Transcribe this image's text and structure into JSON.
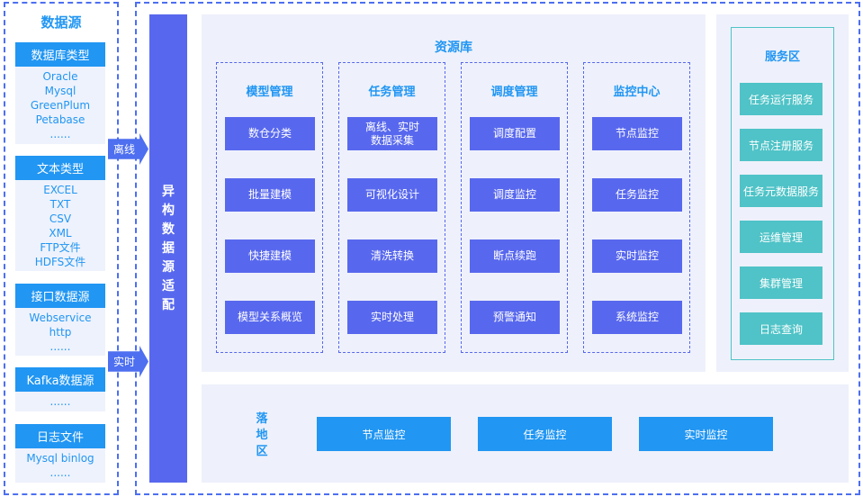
{
  "datasource": {
    "title": "数据源",
    "groups": [
      {
        "header": "数据库类型",
        "items": [
          "Oracle",
          "Mysql",
          "GreenPlum",
          "Petabase",
          "......"
        ]
      },
      {
        "header": "文本类型",
        "items": [
          "EXCEL",
          "TXT",
          "CSV",
          "XML",
          "FTP文件",
          "HDFS文件"
        ]
      },
      {
        "header": "接口数据源",
        "items": [
          "Webservice",
          "http",
          "......"
        ]
      },
      {
        "header": "Kafka数据源",
        "items": [
          "......"
        ]
      },
      {
        "header": "日志文件",
        "items": [
          "Mysql binlog",
          "......"
        ]
      }
    ]
  },
  "arrows": {
    "offline": "离线",
    "realtime": "实时"
  },
  "adapter": {
    "chars": [
      "异",
      "构",
      "数",
      "据",
      "源",
      "适",
      "配"
    ]
  },
  "repository": {
    "title": "资源库",
    "columns": [
      {
        "title": "模型管理",
        "items": [
          "数仓分类",
          "批量建模",
          "快捷建模",
          "模型关系概览"
        ]
      },
      {
        "title": "任务管理",
        "items": [
          "离线、实时\n数据采集",
          "可视化设计",
          "清洗转换",
          "实时处理"
        ]
      },
      {
        "title": "调度管理",
        "items": [
          "调度配置",
          "调度监控",
          "断点续跑",
          "预警通知"
        ]
      },
      {
        "title": "监控中心",
        "items": [
          "节点监控",
          "任务监控",
          "实时监控",
          "系统监控"
        ]
      }
    ]
  },
  "service": {
    "title": "服务区",
    "items": [
      "任务运行服务",
      "节点注册服务",
      "任务元数据服务",
      "运维管理",
      "集群管理",
      "日志查询"
    ]
  },
  "landing": {
    "title_chars": [
      "落",
      "地",
      "区"
    ],
    "items": [
      "节点监控",
      "任务监控",
      "实时监控"
    ]
  },
  "colors": {
    "blue": "#2196f3",
    "indigo": "#5868ee",
    "teal": "#4fc3c7",
    "panel": "#eef1fb"
  }
}
